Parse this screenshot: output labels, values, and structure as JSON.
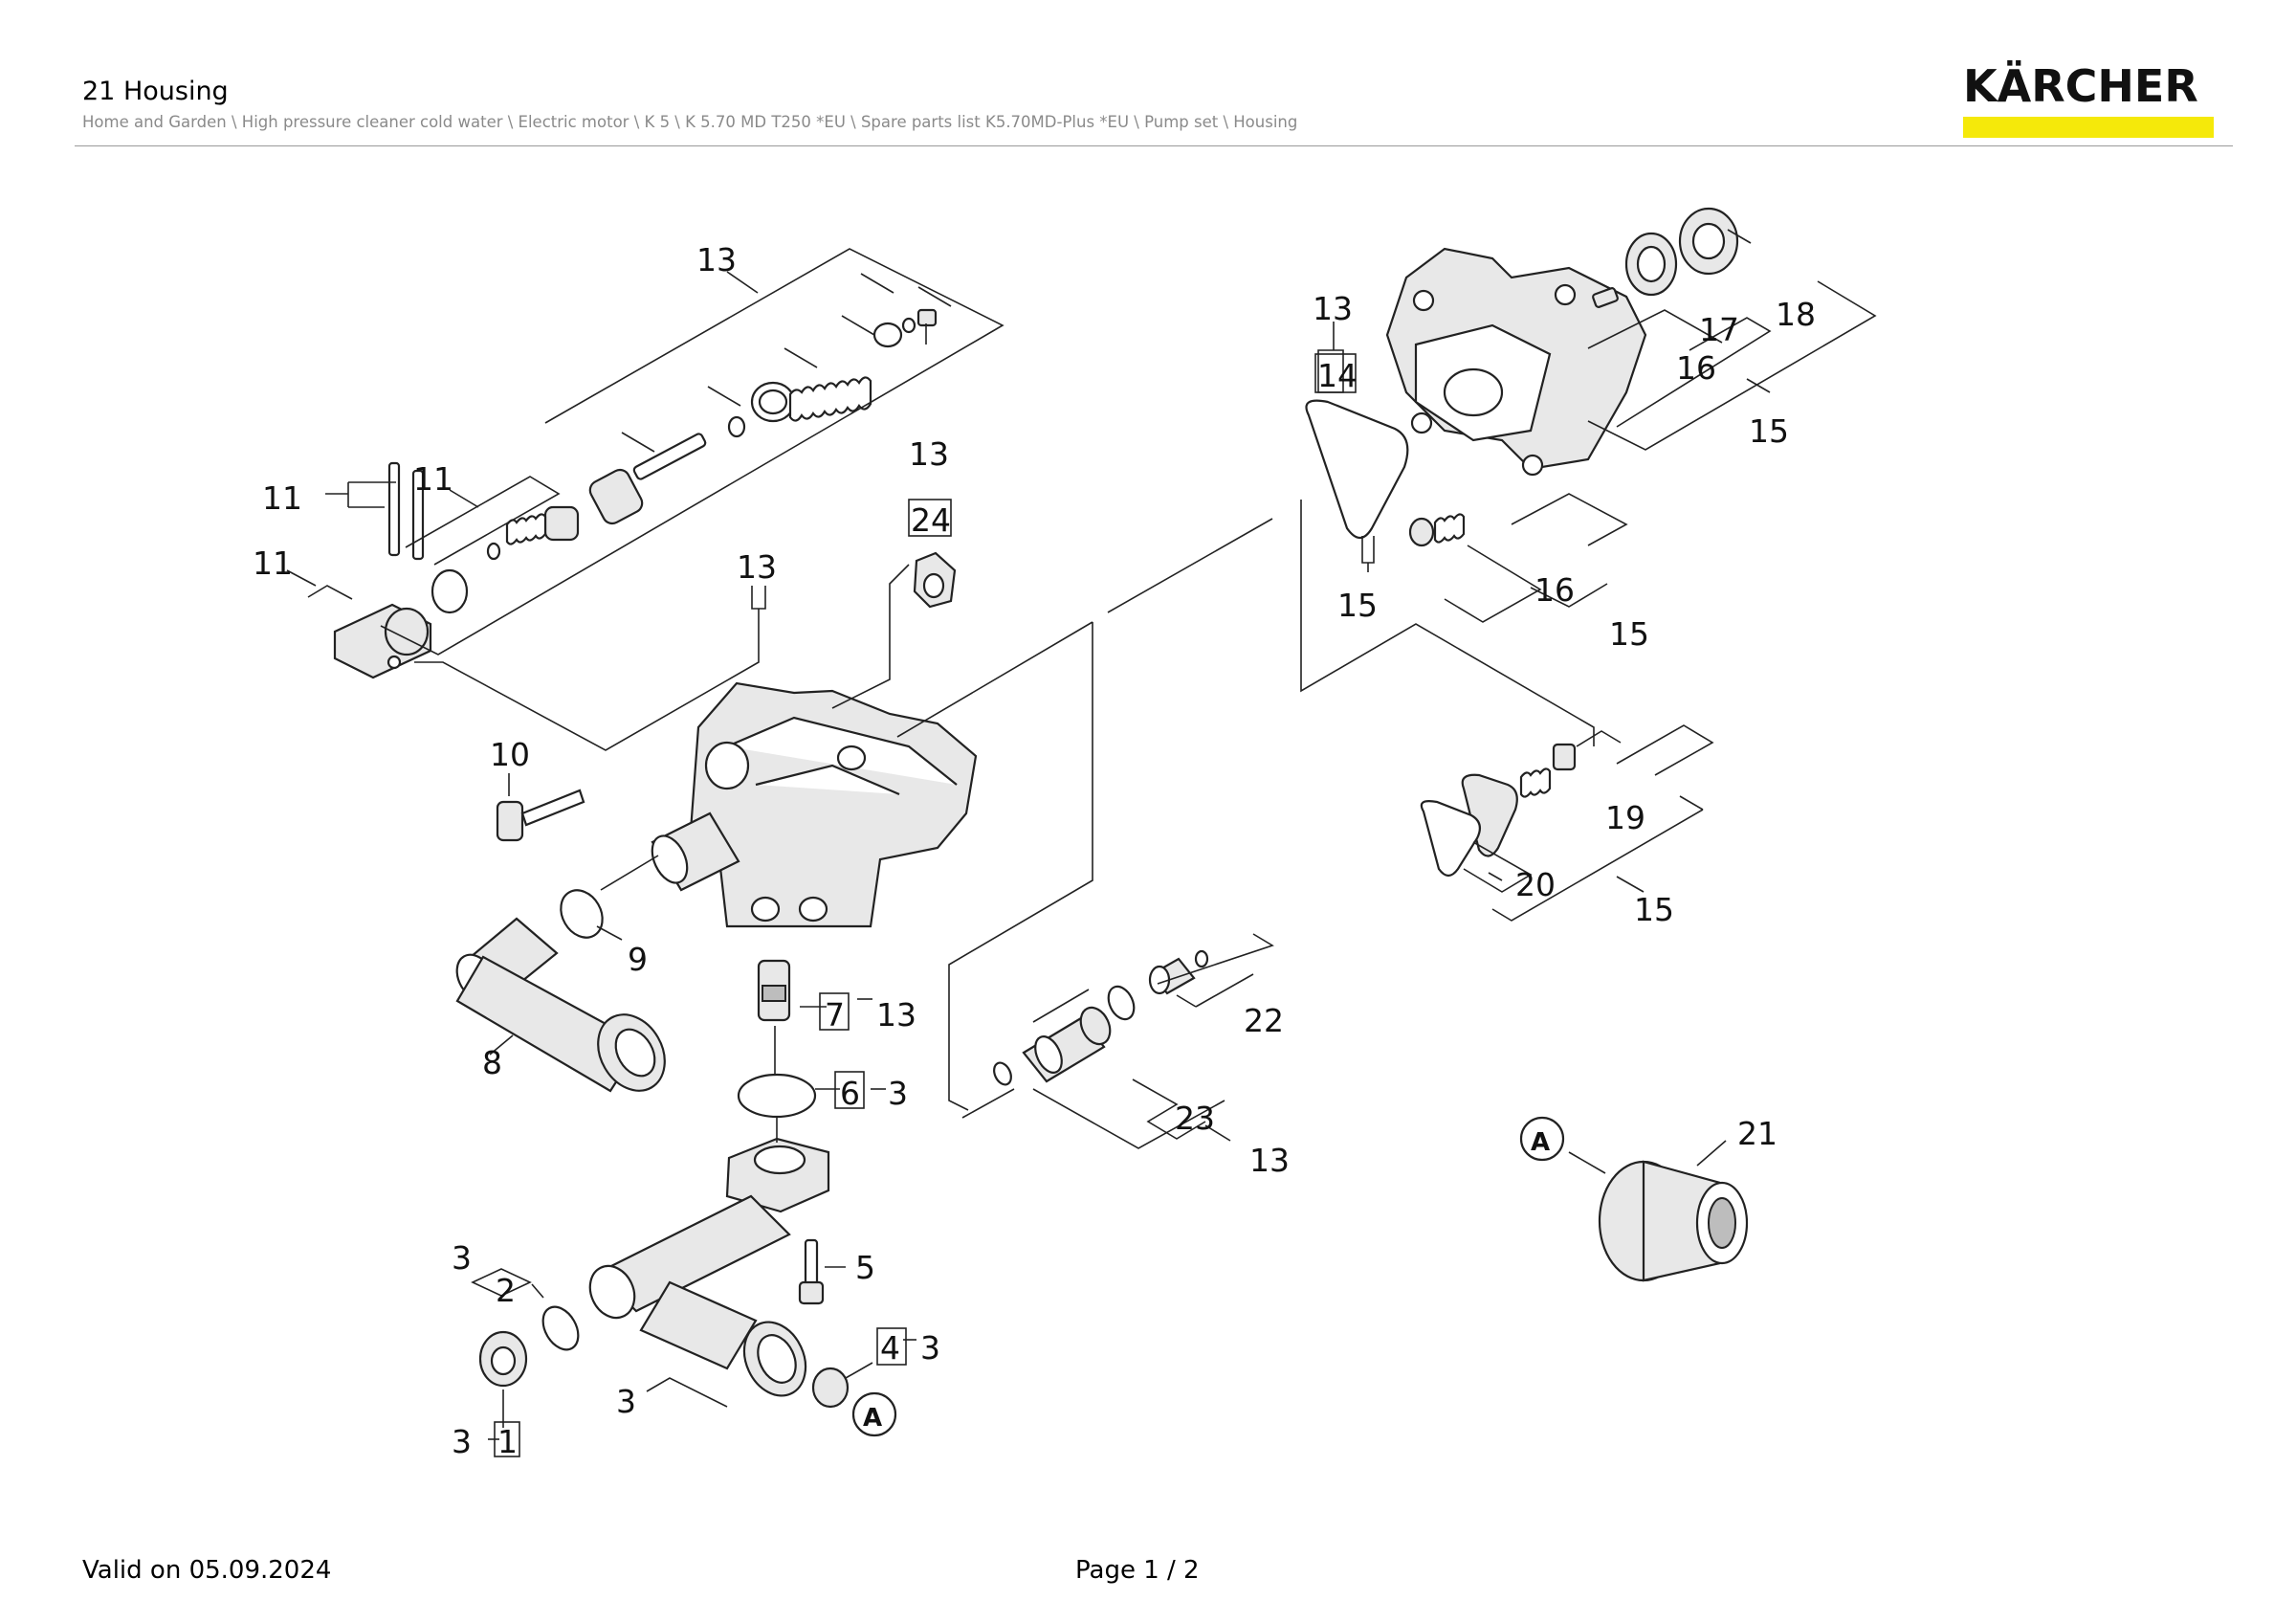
{
  "header": {
    "title": "21 Housing",
    "breadcrumb": "Home and Garden \\ High pressure cleaner cold water \\ Electric motor \\ K 5 \\ K 5.70 MD T250 *EU \\ Spare parts list K5.70MD-Plus *EU \\ Pump set \\ Housing"
  },
  "logo": {
    "text": "KÄRCHER",
    "bar_color": "#f5e90a"
  },
  "footer": {
    "valid": "Valid on 05.09.2024",
    "page": "Page 1 / 2"
  },
  "diagram": {
    "callouts": {
      "c13_top": "13",
      "c11_a": "11",
      "c11_b": "11",
      "c11_c": "11",
      "c13_mid": "13",
      "c13_24": "13",
      "c24": "24",
      "c10": "10",
      "c9": "9",
      "c8": "8",
      "c7": "7",
      "c13_7": "13",
      "c6": "6",
      "c3_6": "3",
      "c5": "5",
      "c3_2": "3",
      "c2": "2",
      "c4": "4",
      "c3_4": "3",
      "c3_mid": "3",
      "c3_1": "3",
      "c1": "1",
      "c13_14": "13",
      "c14": "14",
      "c15_14": "15",
      "c17": "17",
      "c18": "18",
      "c16_a": "16",
      "c15_a": "15",
      "c16_b": "16",
      "c15_b": "15",
      "c19": "19",
      "c20": "20",
      "c15_c": "15",
      "c22": "22",
      "c23": "23",
      "c13_23": "13",
      "c21": "21",
      "markerA1": "A",
      "markerA2": "A"
    }
  }
}
